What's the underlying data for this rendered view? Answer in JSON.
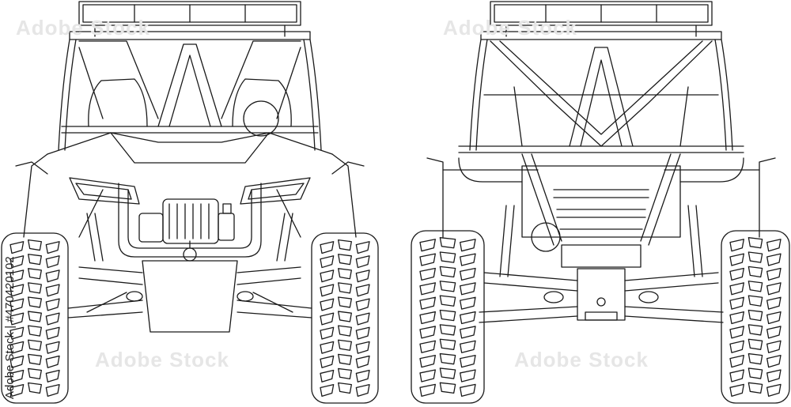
{
  "stock_id_text": "Adobe Stock | #470420102",
  "watermark_text": "Adobe Stock",
  "colors": {
    "line": "#1a1a1a",
    "background": "#ffffff",
    "watermark": "#e6e6e6"
  },
  "views": [
    {
      "name": "front-view"
    },
    {
      "name": "rear-view"
    }
  ]
}
